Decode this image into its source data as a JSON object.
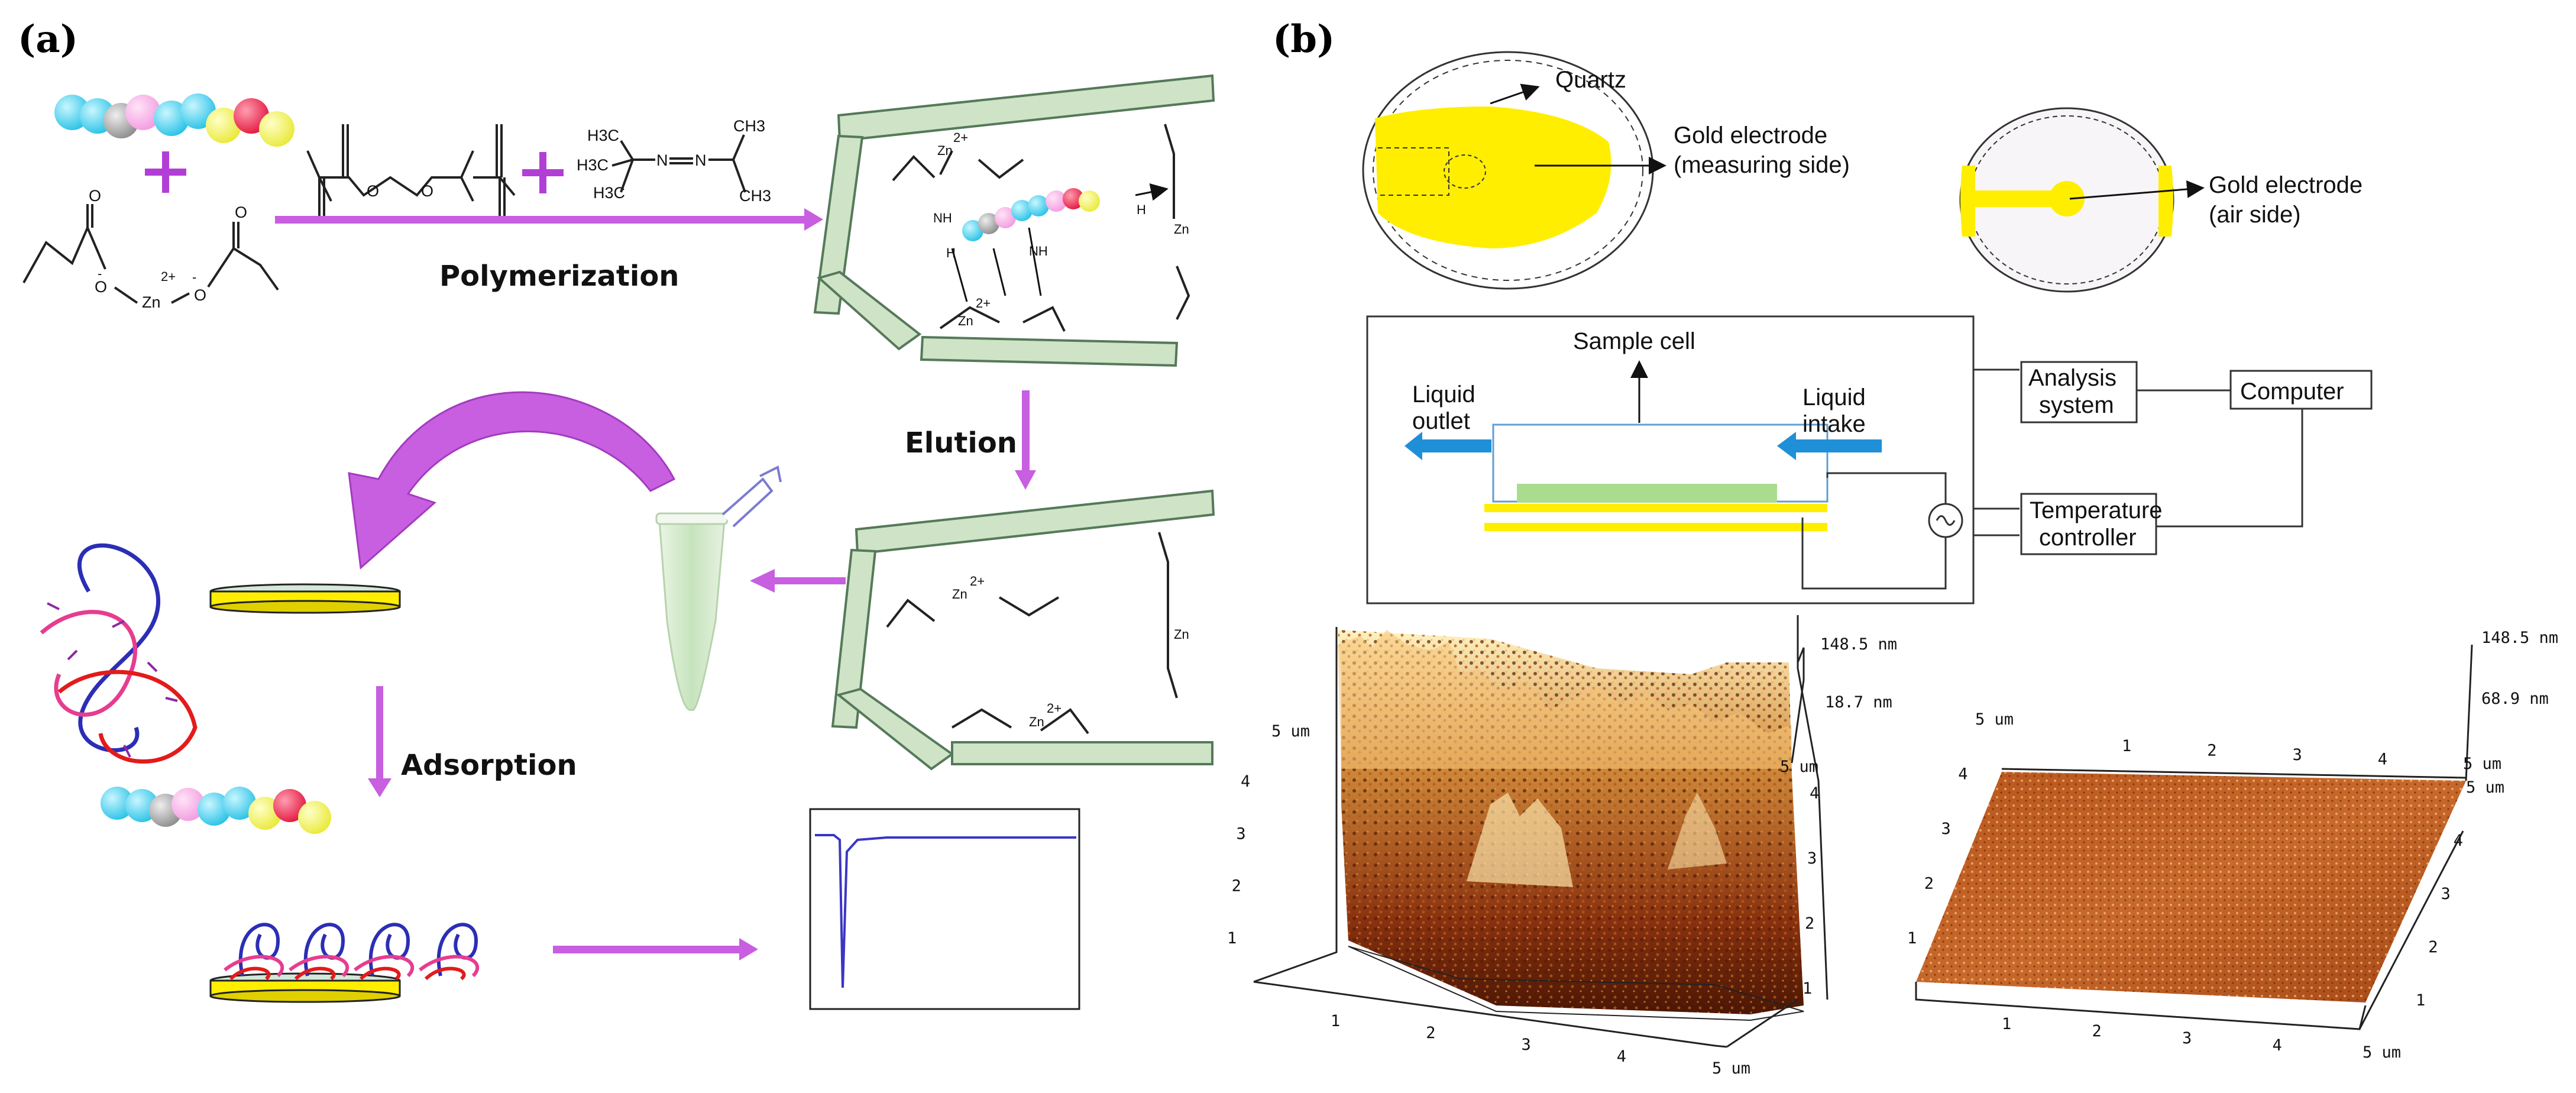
{
  "panels": {
    "a": "(a)",
    "b": "(b)"
  },
  "steps": {
    "polymerization": "Polymerization",
    "elution": "Elution",
    "adsorption": "Adsorption"
  },
  "chem": {
    "zinc": "Zn",
    "zinc_charge": "2+",
    "minus": "-",
    "oxygen": "O",
    "azo_h3c": "H3C",
    "azo_ch3": "CH3",
    "azo_n": "N",
    "nh": "NH",
    "h": "H"
  },
  "qcm": {
    "quartz": "Quartz",
    "gold_measuring_1": "Gold electrode",
    "gold_measuring_2": "(measuring side)",
    "gold_air_1": "Gold electrode",
    "gold_air_2": "(air side)"
  },
  "setup": {
    "sample_cell": "Sample cell",
    "liquid_outlet_1": "Liquid",
    "liquid_outlet_2": "outlet",
    "liquid_intake_1": "Liquid",
    "liquid_intake_2": "intake",
    "analysis_1": "Analysis",
    "analysis_2": "system",
    "computer": "Computer",
    "temperature_1": "Temperature",
    "temperature_2": "controller"
  },
  "afm_left": {
    "z_max": "148.5 nm",
    "z_mid": "18.7 nm",
    "xy_unit_label": "5 um",
    "ticks_x": [
      "1",
      "2",
      "3",
      "4",
      "5 um"
    ],
    "ticks_y": [
      "1",
      "2",
      "3",
      "4",
      "5 um"
    ],
    "ticks_side": [
      "1",
      "2",
      "3",
      "4"
    ]
  },
  "afm_right": {
    "z_max": "148.5 nm",
    "z_mid": "68.9 nm",
    "ticks_x": [
      "1",
      "2",
      "3",
      "4",
      "5 um"
    ],
    "ticks_top": [
      "1",
      "2",
      "3",
      "4",
      "5 um"
    ],
    "ticks_y": [
      "1",
      "2",
      "3",
      "4",
      "5 um"
    ],
    "ticks_side": [
      "1",
      "2",
      "3",
      "4",
      "5 um"
    ]
  },
  "colors": {
    "arrow": "#c85ee0",
    "frame_green": "#cfe3c6",
    "gold": "#ffee00",
    "blue_arrow": "#1f8fd8",
    "afm_brown": "#8c3a0c"
  }
}
